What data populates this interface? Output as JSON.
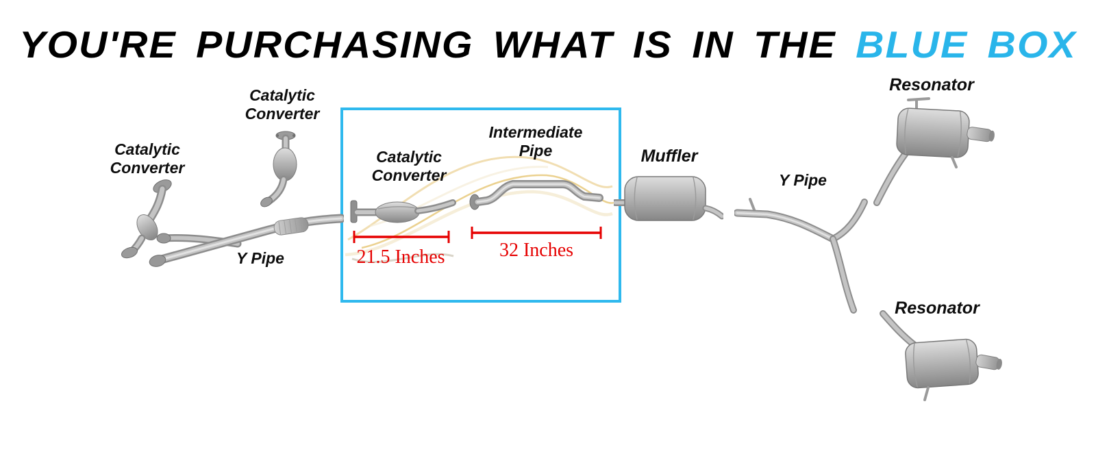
{
  "title": {
    "prefix": "YOU'RE PURCHASING WHAT IS IN THE",
    "highlight": "BLUE BOX"
  },
  "colors": {
    "highlight_blue": "#29B5EA",
    "box_border": "#2FB9EE",
    "measurement_red": "#E60000",
    "part_gray": "#A8A8A8"
  },
  "parts": {
    "catalytic_left": {
      "label": "Catalytic Converter"
    },
    "catalytic_upper": {
      "label": "Catalytic Converter"
    },
    "y_pipe_left": {
      "label": "Y Pipe"
    },
    "catalytic_in_box": {
      "label": "Catalytic Converter",
      "measurement": "21.5 Inches"
    },
    "intermediate_pipe": {
      "label": "Intermediate Pipe",
      "measurement": "32 Inches"
    },
    "muffler": {
      "label": "Muffler"
    },
    "y_pipe_right": {
      "label": "Y Pipe"
    },
    "resonator_top": {
      "label": "Resonator"
    },
    "resonator_bottom": {
      "label": "Resonator"
    }
  }
}
